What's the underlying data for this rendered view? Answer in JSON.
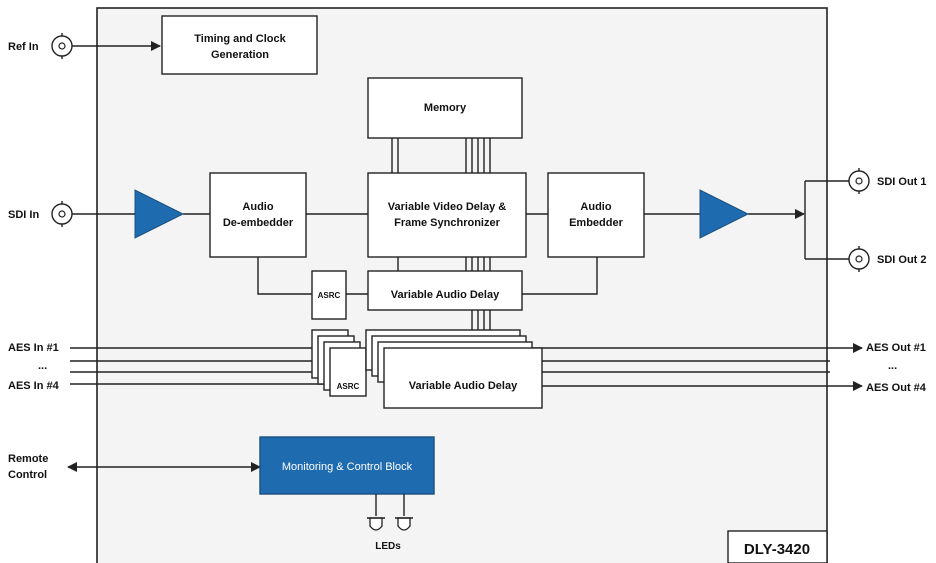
{
  "ports": {
    "ref_in": "Ref In",
    "sdi_in": "SDI In",
    "sdi_out_1": "SDI Out 1",
    "sdi_out_2": "SDI Out 2",
    "aes_in_1": "AES In #1",
    "aes_in_ellipsis": "...",
    "aes_in_4": "AES In #4",
    "aes_out_1": "AES Out #1",
    "aes_out_ellipsis": "...",
    "aes_out_4": "AES Out #4",
    "remote_control_line1": "Remote",
    "remote_control_line2": "Control"
  },
  "blocks": {
    "timing_line1": "Timing and Clock",
    "timing_line2": "Generation",
    "memory": "Memory",
    "deembedder_line1": "Audio",
    "deembedder_line2": "De-embedder",
    "video_delay_line1": "Variable Video Delay &",
    "video_delay_line2": "Frame Synchronizer",
    "embedder_line1": "Audio",
    "embedder_line2": "Embedder",
    "asrc": "ASRC",
    "variable_audio_delay": "Variable Audio Delay",
    "aes_asrc": "ASRC",
    "aes_variable_audio_delay": "Variable Audio Delay",
    "monitoring": "Monitoring & Control Block",
    "leds": "LEDs"
  },
  "model": "DLY-3420",
  "colors": {
    "amplifier": "#1f6bb0",
    "monitoring_fill": "#1f6bb0",
    "panel": "#f4f4f4"
  }
}
